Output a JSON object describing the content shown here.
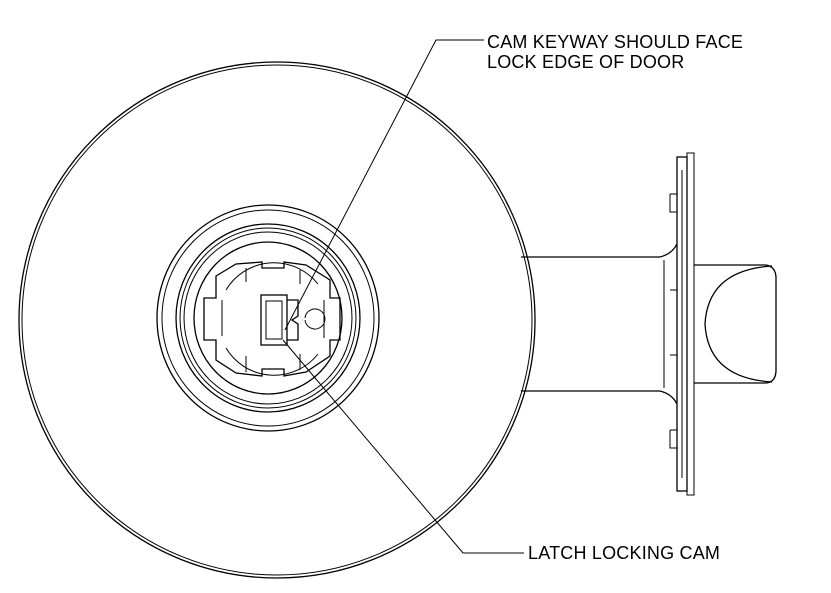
{
  "callouts": {
    "keyway": {
      "line1": "CAM KEYWAY SHOULD FACE",
      "line2": "LOCK EDGE OF DOOR"
    },
    "cam": {
      "label": "LATCH LOCKING CAM"
    }
  }
}
